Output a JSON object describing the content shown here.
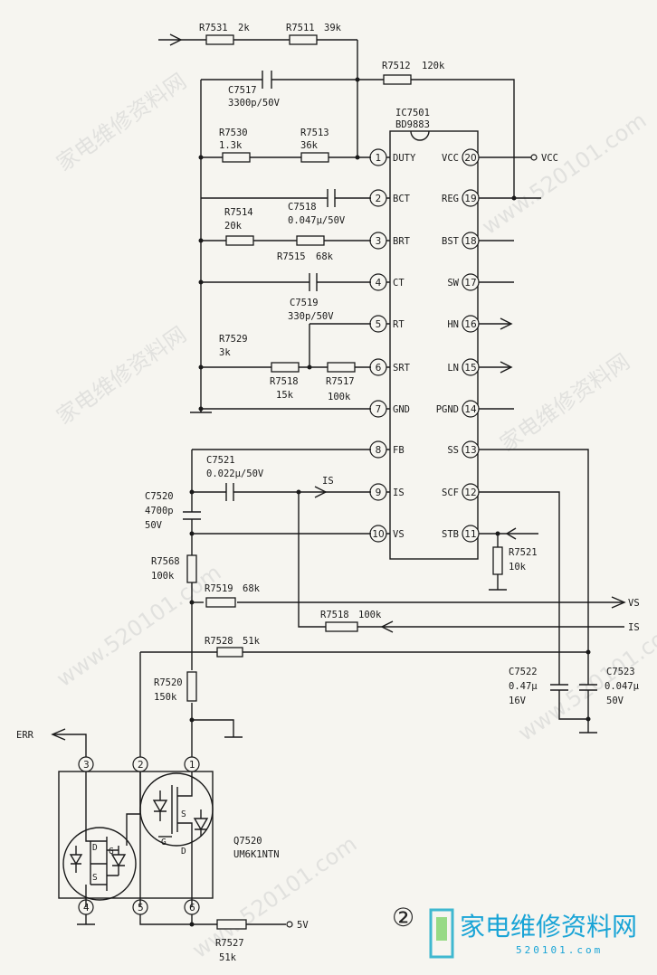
{
  "watermark": {
    "brand_text": "家电维修资料网",
    "brand_url": "520101.com",
    "diag_text_1": "家电维修资料网",
    "diag_text_2": "www.520101.com"
  },
  "figure_number": "②",
  "ic": {
    "ref": "IC7501",
    "part": "BD9883",
    "left_pins": [
      {
        "num": "1",
        "name": "DUTY"
      },
      {
        "num": "2",
        "name": "BCT"
      },
      {
        "num": "3",
        "name": "BRT"
      },
      {
        "num": "4",
        "name": "CT"
      },
      {
        "num": "5",
        "name": "RT"
      },
      {
        "num": "6",
        "name": "SRT"
      },
      {
        "num": "7",
        "name": "GND"
      },
      {
        "num": "8",
        "name": "FB"
      },
      {
        "num": "9",
        "name": "IS"
      },
      {
        "num": "10",
        "name": "VS"
      }
    ],
    "right_pins": [
      {
        "num": "20",
        "name": "VCC"
      },
      {
        "num": "19",
        "name": "REG"
      },
      {
        "num": "18",
        "name": "BST"
      },
      {
        "num": "17",
        "name": "SW"
      },
      {
        "num": "16",
        "name": "HN"
      },
      {
        "num": "15",
        "name": "LN"
      },
      {
        "num": "14",
        "name": "PGND"
      },
      {
        "num": "13",
        "name": "SS"
      },
      {
        "num": "12",
        "name": "SCF"
      },
      {
        "num": "11",
        "name": "STB"
      }
    ]
  },
  "components": {
    "r7531": {
      "ref": "R7531",
      "value": "2k"
    },
    "r7511": {
      "ref": "R7511",
      "value": "39k"
    },
    "r7512": {
      "ref": "R7512",
      "value": "120k"
    },
    "c7517": {
      "ref": "C7517",
      "value": "3300p/50V"
    },
    "r7530": {
      "ref": "R7530",
      "value": "1.3k"
    },
    "r7513": {
      "ref": "R7513",
      "value": "36k"
    },
    "c7518": {
      "ref": "C7518",
      "value": "0.047μ/50V"
    },
    "r7514": {
      "ref": "R7514",
      "value": "20k"
    },
    "r7515": {
      "ref": "R7515",
      "value": "68k"
    },
    "c7519": {
      "ref": "C7519",
      "value": "330p/50V"
    },
    "r7529": {
      "ref": "R7529",
      "value": "3k"
    },
    "r7518a": {
      "ref": "R7518",
      "value": "15k"
    },
    "r7517": {
      "ref": "R7517",
      "value": "100k"
    },
    "c7521": {
      "ref": "C7521",
      "value": "0.022μ/50V"
    },
    "c7520": {
      "ref": "C7520",
      "value1": "4700p",
      "value2": "50V"
    },
    "r7521": {
      "ref": "R7521",
      "value": "10k"
    },
    "r7568": {
      "ref": "R7568",
      "value": "100k"
    },
    "r7519": {
      "ref": "R7519",
      "value": "68k"
    },
    "r7518b": {
      "ref": "R7518",
      "value": "100k"
    },
    "r7528": {
      "ref": "R7528",
      "value": "51k"
    },
    "r7520": {
      "ref": "R7520",
      "value": "150k"
    },
    "c7522": {
      "ref": "C7522",
      "value1": "0.47μ",
      "value2": "16V"
    },
    "c7523": {
      "ref": "C7523",
      "value1": "0.047μ",
      "value2": "50V"
    },
    "r7527": {
      "ref": "R7527",
      "value": "51k"
    },
    "q7520": {
      "ref": "Q7520",
      "part": "UM6K1NTN"
    }
  },
  "nets": {
    "vcc": "VCC",
    "is_label": "IS",
    "vs_right": "VS",
    "is_right": "IS",
    "err": "ERR",
    "five_v": "5V"
  },
  "transistor_pins": {
    "p1": "1",
    "p2": "2",
    "p3": "3",
    "p4": "4",
    "p5": "5",
    "p6": "6",
    "d": "D",
    "s": "S",
    "g": "G"
  }
}
